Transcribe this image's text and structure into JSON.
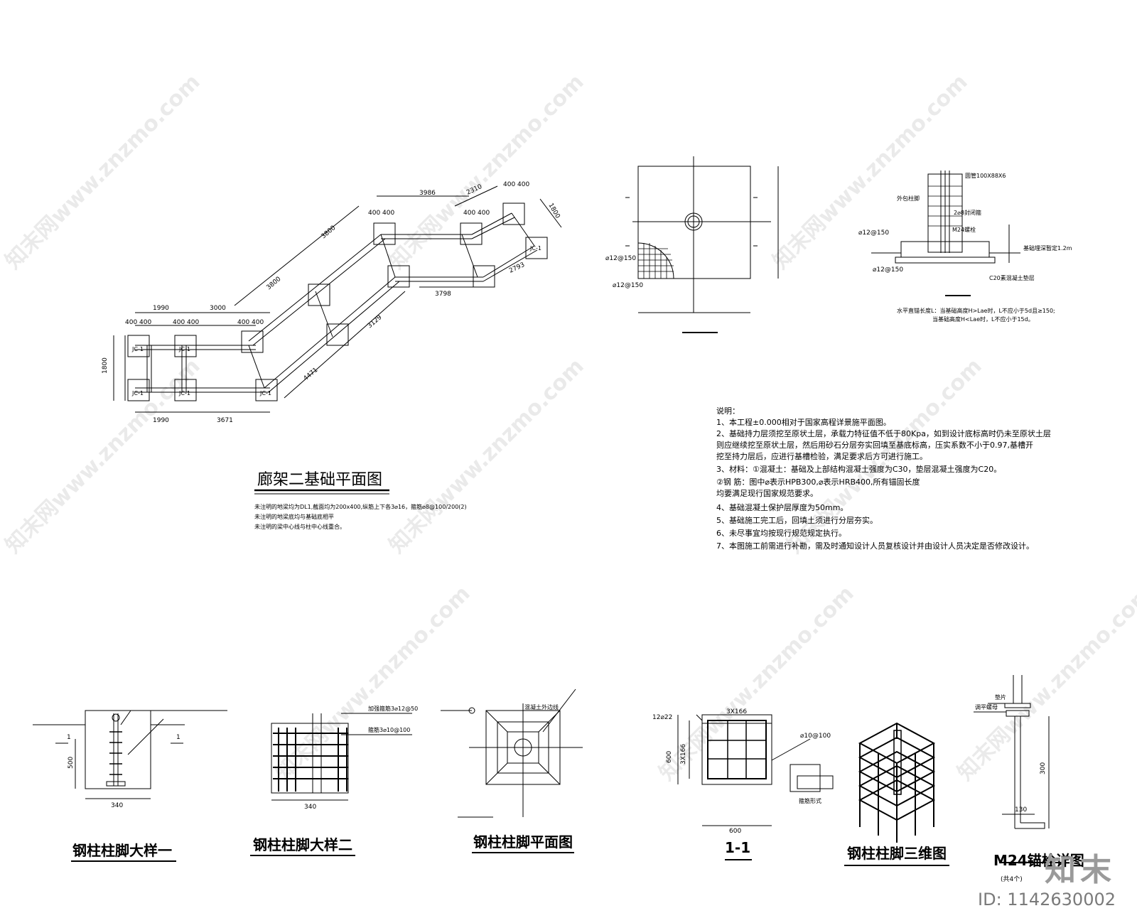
{
  "watermark": {
    "text": "知末网www.znzmo.com"
  },
  "brand": {
    "logo": "知末",
    "id": "ID: 1142630002"
  },
  "plan": {
    "title": "廊架二基础平面图",
    "notes": [
      "未注明的地梁均为DL1,截面均为200x400,纵筋上下各3⌀16，箍筋⌀8@100/200(2)",
      "未注明的地梁底均与基础底相平",
      "未注明的梁中心线与柱中心线重合。"
    ],
    "dims": {
      "d1990": "1990",
      "d3000": "3000",
      "d3671": "3671",
      "d1800": "1800",
      "d400": "400",
      "d3800": "3800",
      "d3986": "3986",
      "d2310": "2310",
      "d3798": "3798",
      "d3129": "3129",
      "d4471": "4471",
      "d2793": "2793"
    },
    "footing": "JC-1"
  },
  "footing_plan": {
    "rebar_a": "⌀12@150",
    "rebar_b": "⌀12@150"
  },
  "footing_section": {
    "labels": {
      "tube": "圆管100X88X6",
      "encase": "外包柱脚",
      "hoop": "2⌀8封闭箍",
      "rebar_top": "⌀12@150",
      "rebar_bot": "⌀12@150",
      "bolt": "M24螺栓",
      "depth": "基础埋深暂定1.2m",
      "pad": "C20素混凝土垫层"
    },
    "anchor_notes": [
      "水平直锚长度L：当基础高度H>Lae时，L不应小于5d且≥150;",
      "当基础高度H<Lae时，L不应小于15d。"
    ]
  },
  "notes": {
    "heading": "说明：",
    "items": [
      "1、本工程±0.000相对于国家高程详景施平面图。",
      "2、基础持力层须挖至原状土层，承载力特征值不低于80Kpa，如到设计底标高时仍未至原状土层",
      "     则应继续挖至原状土层，然后用砂石分层夯实回填至基底标高，压实系数不小于0.97,基槽开",
      "     挖至持力层后，应进行基槽检验，满足要求后方可进行施工。",
      "3、材料：①混凝土：基础及上部结构混凝土强度为C30，垫层混凝土强度为C20。",
      "              ②钢 筋：图中⌀表示HPB300,⌀表示HRB400,所有锚固长度",
      "                        均要满足现行国家规范要求。",
      "4、基础混凝土保护层厚度为50mm。",
      "5、基础施工完工后，回填土须进行分层夯实。",
      "6、未尽事宜均按现行规范规定执行。",
      "7、本图施工前需进行补勘，需及时通知设计人员复核设计并由设计人员决定是否修改设计。"
    ]
  },
  "details": {
    "d1": {
      "title": "钢柱柱脚大样一",
      "h": "500",
      "w": "340",
      "cut": "1"
    },
    "d2": {
      "title": "钢柱柱脚大样二",
      "w": "340",
      "lbl1": "加强箍筋3⌀12@50",
      "lbl2": "箍筋3⌀10@100"
    },
    "d3": {
      "title": "钢柱柱脚平面图",
      "lbl": "混凝土外边线"
    },
    "d4": {
      "title": "1-1",
      "top": "3X166",
      "side": "3X166",
      "h": "600",
      "w": "600",
      "bar": "12⌀22",
      "tie": "⌀10@100",
      "tie_form": "箍筋形式"
    },
    "d5": {
      "title": "钢柱柱脚三维图"
    },
    "d6": {
      "title": "M24锚栓详图",
      "sub": "(共4个)",
      "lbl1": "垫片",
      "lbl2": "调平螺母",
      "h": "300",
      "w": "130"
    }
  }
}
